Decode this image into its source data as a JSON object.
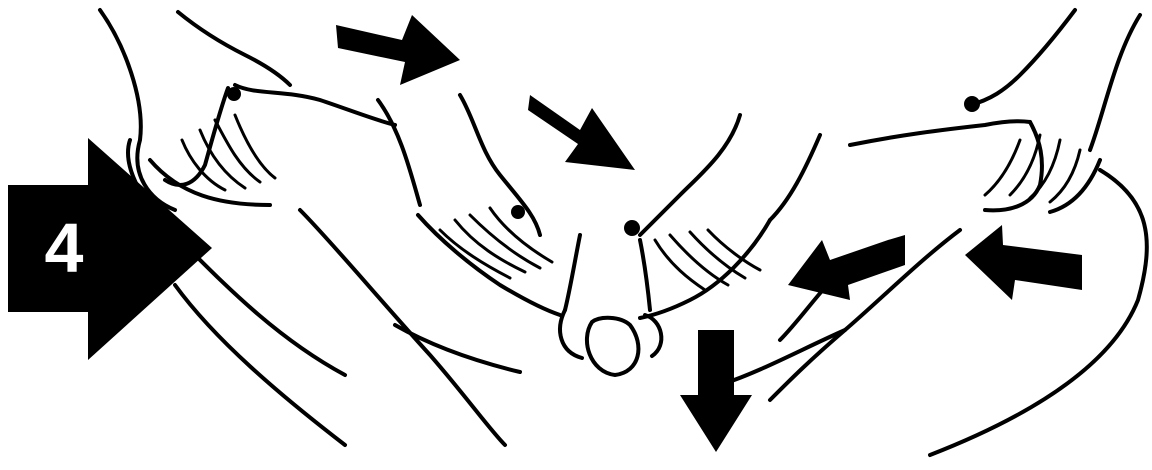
{
  "step": {
    "number": "4"
  },
  "illustration": {
    "colors": {
      "ink": "#000000",
      "background": "#ffffff",
      "badge_text": "#ffffff"
    },
    "arrows": [
      {
        "direction": "down-right"
      },
      {
        "direction": "down-right"
      },
      {
        "direction": "down"
      },
      {
        "direction": "left"
      },
      {
        "direction": "left"
      }
    ],
    "icons": [
      "step-badge-arrow",
      "left-hand",
      "right-hand",
      "center-hand-left",
      "center-hand-right"
    ]
  }
}
